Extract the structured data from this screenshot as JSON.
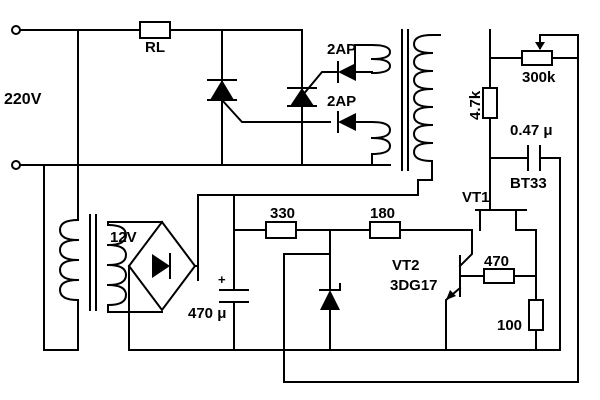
{
  "labels": {
    "mains": "220V",
    "load": "RL",
    "diode_upper": "2AP",
    "diode_lower": "2AP",
    "secondary": "12V",
    "electrolytic": "470 μ",
    "electrolytic_polarity": "+",
    "res_330": "330",
    "res_180": "180",
    "res_470": "470",
    "res_100": "100",
    "res_4k7": "4.7k",
    "pot_300k": "300k",
    "cap_047": "0.47 μ",
    "ujt_model": "BT33",
    "ujt_name": "VT1",
    "bjt_name": "VT2",
    "bjt_model": "3DG17"
  }
}
